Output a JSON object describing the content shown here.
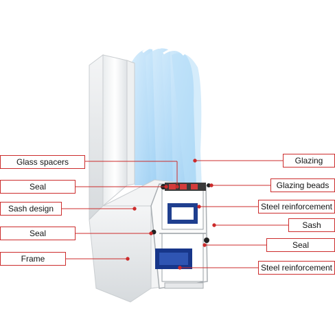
{
  "accent_color": "#cc2b2b",
  "labels": {
    "glass_spacers": "Glass spacers",
    "seal_top": "Seal",
    "sash_design": "Sash design",
    "seal_left": "Seal",
    "frame": "Frame",
    "glazing": "Glazing",
    "glazing_beads": "Glazing beads",
    "steel_reinforcement_upper": "Steel reinforcement",
    "sash": "Sash",
    "seal_right": "Seal",
    "steel_reinforcement_lower": "Steel reinforcement"
  }
}
